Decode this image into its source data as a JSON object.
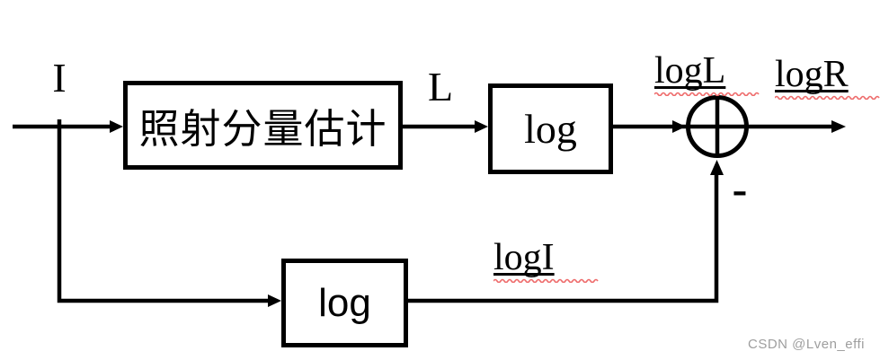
{
  "diagram": {
    "labels": {
      "input": "I",
      "illumination": "L",
      "log_illumination": "logL",
      "output": "logR",
      "log_input": "logI",
      "minus": "-"
    },
    "boxes": {
      "estimation": "照射分量估计",
      "log_top": "log",
      "log_bottom": "log"
    }
  },
  "watermark": "CSDN @Lven_effi",
  "colors": {
    "line": "#000000",
    "squiggle": "#ee6b6b",
    "watermark": "#9e9e9e"
  }
}
